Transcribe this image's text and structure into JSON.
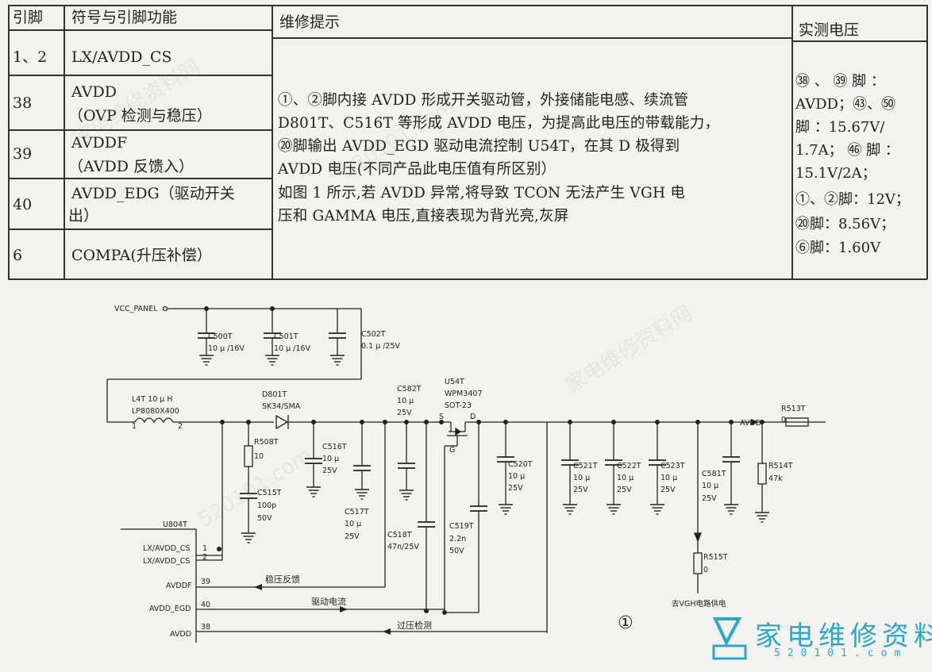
{
  "table": {
    "headers": {
      "pin": "引脚",
      "symbol": "符号与引脚功能",
      "tips": "维修提示",
      "voltage": "实测电压"
    },
    "rows": [
      {
        "pin": "1、2",
        "symbol_l1": "LX/AVDD_CS",
        "symbol_l2": ""
      },
      {
        "pin": "38",
        "symbol_l1": "AVDD",
        "symbol_l2": "（OVP 检测与稳压）"
      },
      {
        "pin": "39",
        "symbol_l1": "AVDDF",
        "symbol_l2": "（AVDD 反馈入）"
      },
      {
        "pin": "40",
        "symbol_l1": "AVDD_EDG（驱动开关",
        "symbol_l2": "出）"
      },
      {
        "pin": "6",
        "symbol_l1": "COMPA(升压补偿）",
        "symbol_l2": ""
      }
    ],
    "tips_lines": [
      "①、②脚内接 AVDD 形成开关驱动管，外接储能电感、续流管",
      "D801T、C516T 等形成 AVDD 电压，为提高此电压的带载能力，",
      "⑳脚输出 AVDD_EGD 驱动电流控制 U54T，在其 D 极得到",
      "AVDD 电压(不同产品此电压值有所区别）",
      "如图 1 所示,若 AVDD 异常,将导致 TCON 无法产生 VGH 电",
      "压和 GAMMA 电压,直接表现为背光亮,灰屏"
    ],
    "voltage_lines": [
      "㊳ 、 ㊴ 脚 ：",
      "AVDD；㊸、㊿",
      "脚 ：15.67V/",
      "1.7A； ㊻ 脚 ：",
      "15.1V/2A；",
      "①、②脚：12V；",
      "⑳脚：8.56V；",
      "⑥脚：1.60V"
    ]
  },
  "schematic": {
    "vcc": "VCC_PANEL",
    "c500": [
      "C500T",
      "10 μ /16V"
    ],
    "c501": [
      "C501T",
      "10 μ /16V"
    ],
    "c502": [
      "C502T",
      "0.1 μ /25V"
    ],
    "l4": [
      "L4T  10 μ H",
      "LP8080X400"
    ],
    "l4_pin1": "1",
    "l4_pin2": "2",
    "d801": [
      "D801T",
      "SK34/SMA"
    ],
    "c582": [
      "C582T",
      "10 μ",
      "25V"
    ],
    "u54": [
      "U54T",
      "WPM3407",
      "SOT-23"
    ],
    "u54_s": "S",
    "u54_d": "D",
    "u54_g": "G",
    "r508": [
      "R508T",
      "10"
    ],
    "c515": [
      "C515T",
      "100p",
      "50V"
    ],
    "c516": [
      "C516T",
      "10 μ",
      "25V"
    ],
    "c517": [
      "C517T",
      "10 μ",
      "25V"
    ],
    "c518": [
      "C518T",
      "47n/25V"
    ],
    "c519": [
      "C519T",
      "2.2n",
      "50V"
    ],
    "c520": [
      "C520T",
      "10 μ",
      "25V"
    ],
    "c521": [
      "C521T",
      "10 μ",
      "25V"
    ],
    "c522": [
      "C522T",
      "10 μ",
      "25V"
    ],
    "c523": [
      "C523T",
      "10 μ",
      "25V"
    ],
    "c581": [
      "C581T",
      "10 μ",
      "25V"
    ],
    "r514": [
      "R514T",
      "47k"
    ],
    "r513": [
      "R513T",
      "0"
    ],
    "r515": [
      "R515T",
      "0"
    ],
    "avdd_node": "AVDD",
    "u804": "U804T",
    "ic_pins": [
      {
        "name": "LX/AVDD_CS",
        "num": "1"
      },
      {
        "name": "LX/AVDD_CS",
        "num": "2"
      },
      {
        "name": "AVDDF",
        "num": "39"
      },
      {
        "name": "AVDD_EGD",
        "num": "40"
      },
      {
        "name": "AVDD",
        "num": "38"
      }
    ],
    "fb_label": "稳压反馈",
    "drive_label": "驱动电流",
    "ovp_label": "过压检测",
    "vgh_label": "去VGH电路供电",
    "fig_no": "①"
  },
  "logo": {
    "main": "家电维修资料网",
    "url": "520101.com",
    "color": "#2aa7c9"
  }
}
